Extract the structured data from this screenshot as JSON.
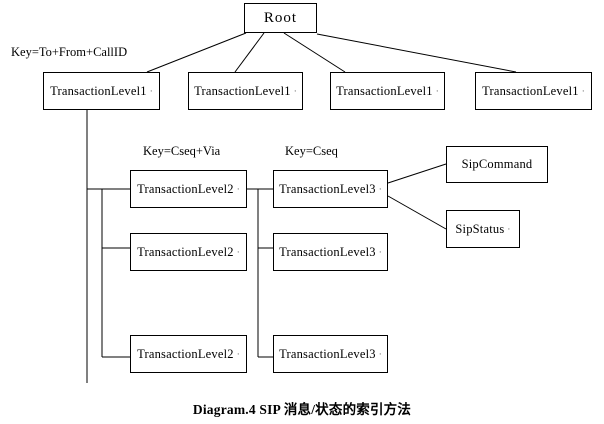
{
  "colors": {
    "line": "#000000",
    "text": "#000000",
    "background": "#ffffff"
  },
  "diagram": {
    "root_label": "Root",
    "trailing_mark": "·",
    "keys": {
      "level1": "Key=To+From+CallID",
      "level2": "Key=Cseq+Via",
      "level3": "Key=Cseq"
    },
    "level1_nodes": [
      {
        "label": "TransactionLevel1"
      },
      {
        "label": "TransactionLevel1"
      },
      {
        "label": "TransactionLevel1"
      },
      {
        "label": "TransactionLevel1"
      }
    ],
    "level2_nodes": [
      {
        "label": "TransactionLevel2"
      },
      {
        "label": "TransactionLevel2"
      },
      {
        "label": "TransactionLevel2"
      }
    ],
    "level3_nodes": [
      {
        "label": "TransactionLevel3"
      },
      {
        "label": "TransactionLevel3"
      },
      {
        "label": "TransactionLevel3"
      }
    ],
    "leaf_nodes": [
      {
        "label": "SipCommand"
      },
      {
        "label": "SipStatus"
      }
    ],
    "caption": "Diagram.4 SIP 消息/状态的索引方法"
  }
}
